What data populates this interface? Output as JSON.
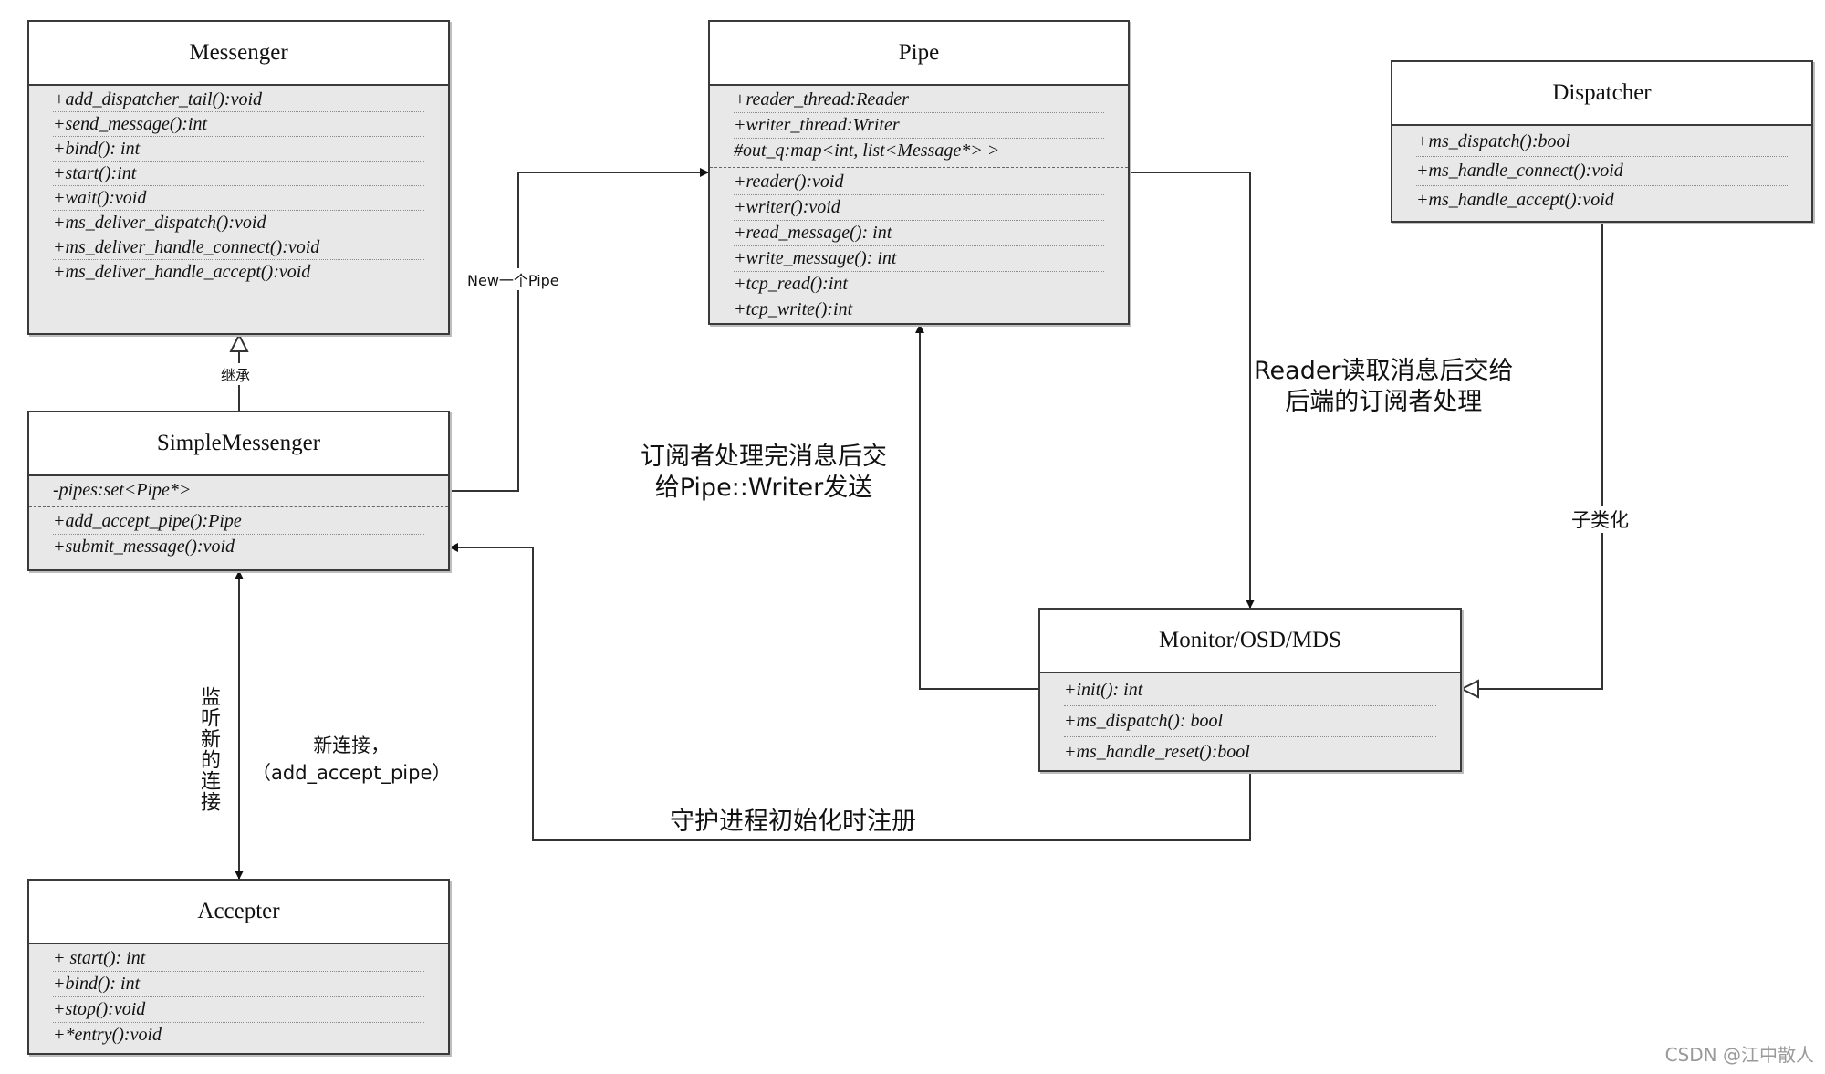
{
  "classes": {
    "messenger": {
      "name": "Messenger",
      "sections": [
        [
          "+add_dispatcher_tail():void",
          "+send_message():int",
          "+bind(): int",
          "+start():int",
          "+wait():void",
          "+ms_deliver_dispatch():void",
          "+ms_deliver_handle_connect():void",
          "+ms_deliver_handle_accept():void"
        ]
      ]
    },
    "pipe": {
      "name": "Pipe",
      "sections": [
        [
          "+reader_thread:Reader",
          "+writer_thread:Writer",
          "#out_q:map<int, list<Message*> >"
        ],
        [
          "+reader():void",
          "+writer():void",
          "+read_message(): int",
          "+write_message(): int",
          "+tcp_read():int",
          "+tcp_write():int"
        ]
      ]
    },
    "dispatcher": {
      "name": "Dispatcher",
      "sections": [
        [
          "+ms_dispatch():bool",
          "+ms_handle_connect():void",
          "+ms_handle_accept():void"
        ]
      ]
    },
    "simple_messenger": {
      "name": "SimpleMessenger",
      "sections": [
        [
          "-pipes:set<Pipe*>"
        ],
        [
          "+add_accept_pipe():Pipe",
          "+submit_message():void"
        ]
      ]
    },
    "monitor": {
      "name": "Monitor/OSD/MDS",
      "sections": [
        [
          "+init(): int",
          "+ms_dispatch(): bool",
          "+ms_handle_reset():bool"
        ]
      ]
    },
    "accepter": {
      "name": "Accepter",
      "sections": [
        [
          "+ start(): int",
          "+bind(): int",
          "+stop():void",
          "+*entry():void"
        ]
      ]
    }
  },
  "labels": {
    "inherit": "继承",
    "new_pipe": "New一个Pipe",
    "reader_line1": "Reader读取消息后交给",
    "reader_line2": "后端的订阅者处理",
    "writer_line1": "订阅者处理完消息后交",
    "writer_line2": "给Pipe::Writer发送",
    "subclass": "子类化",
    "listen": "监听新的连接",
    "new_conn_line1": "新连接，",
    "new_conn_line2": "（add_accept_pipe）",
    "register": "守护进程初始化时注册"
  },
  "watermark": "CSDN @江中散人"
}
